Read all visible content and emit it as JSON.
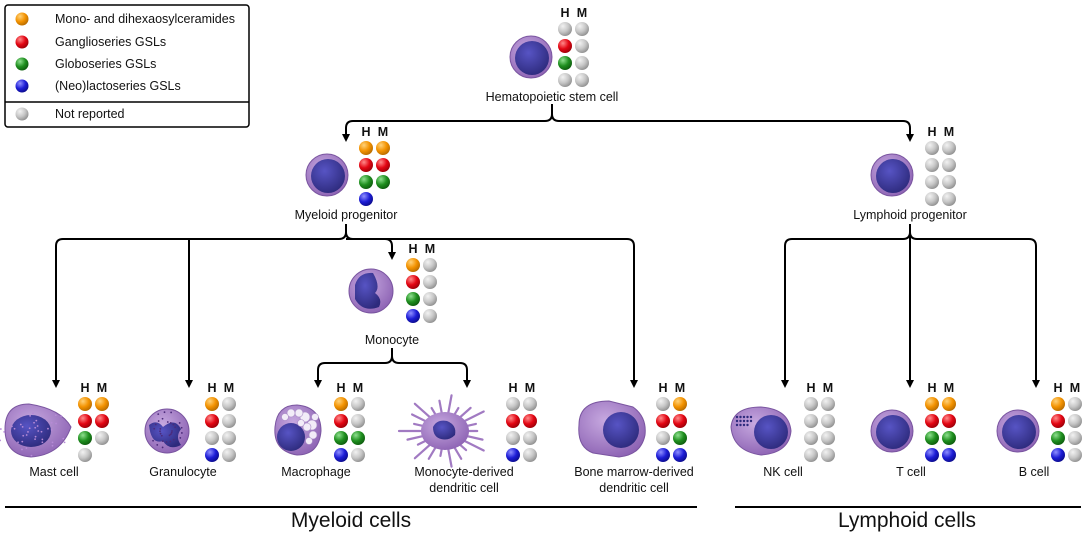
{
  "colors": {
    "orange": "#f39200",
    "red": "#e30613",
    "green": "#1f8f1f",
    "blue": "#1d1dd6",
    "grey": "#c6c6c6",
    "cell_body": "#a17ac2",
    "nucleus": "#3c3a9a"
  },
  "legend": {
    "items": [
      {
        "color": "orange",
        "label": "Mono- and dihexaosylceramides"
      },
      {
        "color": "red",
        "label": "Ganglioseries GSLs"
      },
      {
        "color": "green",
        "label": "Globoseries GSLs"
      },
      {
        "color": "blue",
        "label": "(Neo)lactoseries GSLs"
      }
    ],
    "not_reported": {
      "color": "grey",
      "label": "Not reported"
    }
  },
  "hm_header": {
    "h": "H",
    "m": "M"
  },
  "cells": [
    {
      "id": "hsc",
      "label": "Hematopoietic stem cell",
      "shape": "round",
      "H": [
        "grey",
        "red",
        "green",
        "grey"
      ],
      "M": [
        "grey",
        "grey",
        "grey",
        "grey"
      ]
    },
    {
      "id": "myeloid-progenitor",
      "label": "Myeloid progenitor",
      "shape": "round",
      "H": [
        "orange",
        "red",
        "green",
        "blue"
      ],
      "M": [
        "orange",
        "red",
        "green",
        ""
      ]
    },
    {
      "id": "lymphoid-progenitor",
      "label": "Lymphoid progenitor",
      "shape": "round",
      "H": [
        "grey",
        "grey",
        "grey",
        "grey"
      ],
      "M": [
        "grey",
        "grey",
        "grey",
        "grey"
      ]
    },
    {
      "id": "monocyte",
      "label": "Monocyte",
      "shape": "monocyte",
      "H": [
        "orange",
        "red",
        "green",
        "blue"
      ],
      "M": [
        "grey",
        "grey",
        "grey",
        "grey"
      ]
    },
    {
      "id": "mast-cell",
      "label": "Mast cell",
      "shape": "mast",
      "H": [
        "orange",
        "red",
        "green",
        "grey"
      ],
      "M": [
        "orange",
        "red",
        "grey",
        ""
      ]
    },
    {
      "id": "granulocyte",
      "label": "Granulocyte",
      "shape": "granulocyte",
      "H": [
        "orange",
        "red",
        "grey",
        "blue"
      ],
      "M": [
        "grey",
        "grey",
        "grey",
        "grey"
      ]
    },
    {
      "id": "macrophage",
      "label": "Macrophage",
      "shape": "macrophage",
      "H": [
        "orange",
        "red",
        "green",
        "blue"
      ],
      "M": [
        "grey",
        "grey",
        "green",
        "grey"
      ]
    },
    {
      "id": "mo-dc",
      "label": "Monocyte-derived\ndendritic cell",
      "shape": "dendritic",
      "H": [
        "grey",
        "red",
        "grey",
        "blue"
      ],
      "M": [
        "grey",
        "red",
        "grey",
        "grey"
      ]
    },
    {
      "id": "bm-dc",
      "label": "Bone marrow-derived\ndendritic cell",
      "shape": "bmdc",
      "H": [
        "grey",
        "red",
        "grey",
        "blue"
      ],
      "M": [
        "orange",
        "red",
        "green",
        "blue"
      ]
    },
    {
      "id": "nk-cell",
      "label": "NK cell",
      "shape": "nk",
      "H": [
        "grey",
        "grey",
        "grey",
        "grey"
      ],
      "M": [
        "grey",
        "grey",
        "grey",
        "grey"
      ]
    },
    {
      "id": "t-cell",
      "label": "T cell",
      "shape": "round",
      "H": [
        "orange",
        "red",
        "green",
        "blue"
      ],
      "M": [
        "orange",
        "red",
        "green",
        "blue"
      ]
    },
    {
      "id": "b-cell",
      "label": "B cell",
      "shape": "round",
      "H": [
        "orange",
        "red",
        "green",
        "blue"
      ],
      "M": [
        "grey",
        "grey",
        "grey",
        "grey"
      ]
    }
  ],
  "groups": {
    "myeloid": "Myeloid cells",
    "lymphoid": "Lymphoid cells"
  }
}
